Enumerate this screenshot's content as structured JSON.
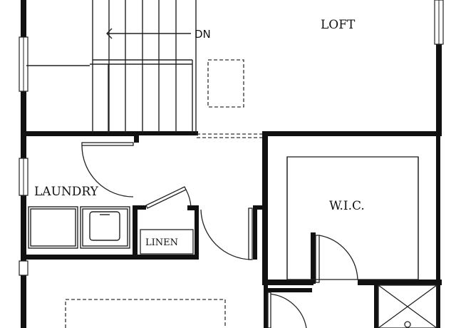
{
  "rooms": {
    "loft": "LOFT",
    "laundry": "LAUNDRY",
    "wic": "W.I.C.",
    "linen": "LINEN"
  },
  "stair": {
    "direction_label": "DN"
  },
  "colors": {
    "wall": "#111111",
    "line": "#222222",
    "background": "#ffffff"
  }
}
